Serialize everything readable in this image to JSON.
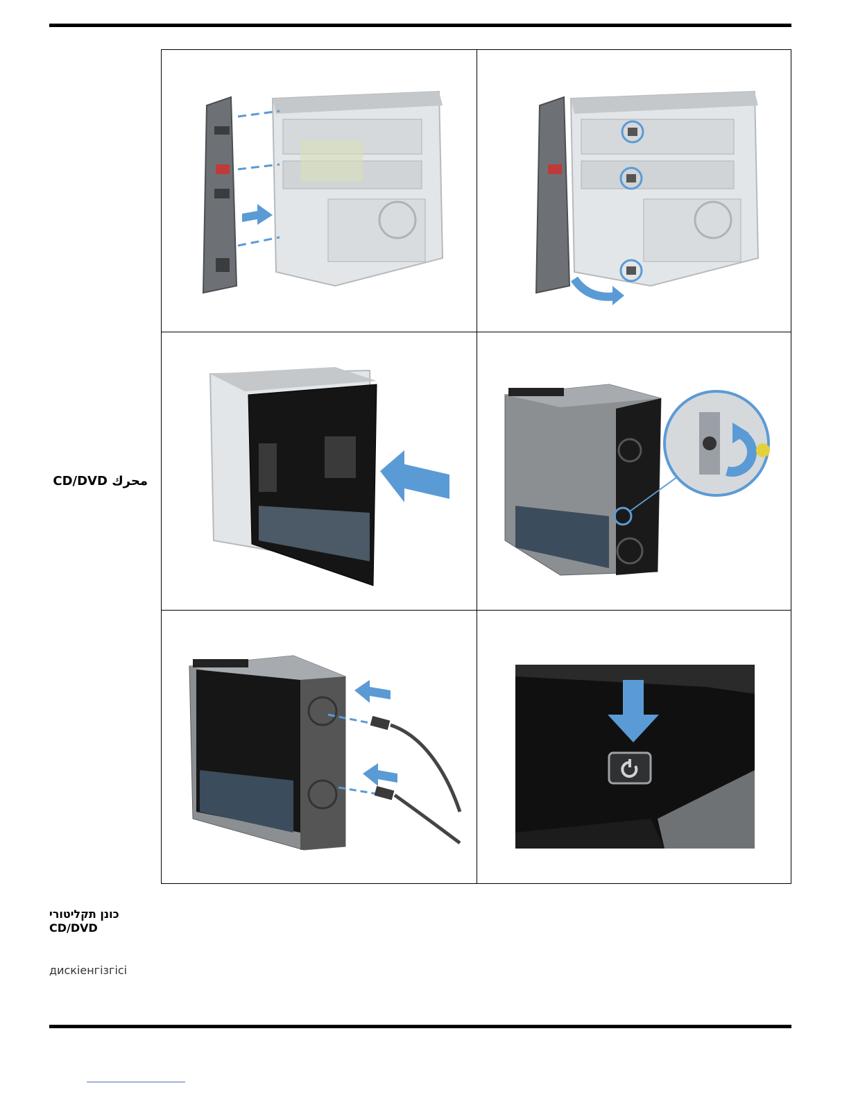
{
  "labels": {
    "arabic": "محرك CD/DVD",
    "hebrew_line1": "כונן תקליטורי",
    "hebrew_line2": "CD/DVD",
    "kazakh": "дискіенгізгісі"
  },
  "figures": [
    {
      "name": "attach-front-bezel",
      "icon": "bezel-align-arrows"
    },
    {
      "name": "bezel-tabs-rotate",
      "icon": "bezel-tabs-highlighted"
    },
    {
      "name": "side-panel-slide",
      "icon": "panel-push-arrow"
    },
    {
      "name": "thumbscrew-tighten",
      "icon": "screw-rotate-arrow"
    },
    {
      "name": "connect-cables",
      "icon": "power-cable-arrows"
    },
    {
      "name": "press-power",
      "icon": "power-button"
    }
  ],
  "colors": {
    "arrow": "#5b9bd5",
    "chassis": "#cfd3d6",
    "panel": "#111111",
    "bezel": "#6d7175"
  }
}
